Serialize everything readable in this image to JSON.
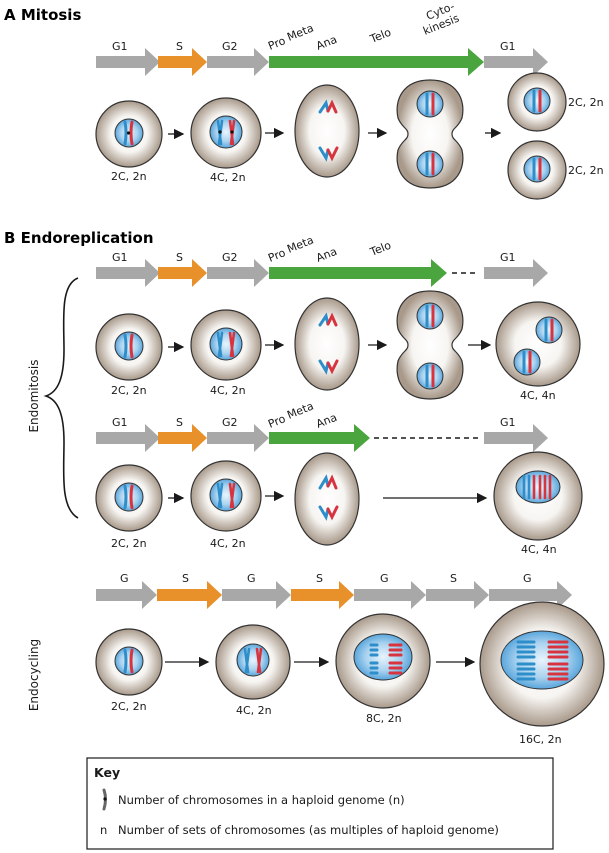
{
  "sections": {
    "a_title": "A  Mitosis",
    "b_title": "B  Endoreplication"
  },
  "phases": {
    "g1": "G1",
    "s": "S",
    "g2": "G2",
    "g": "G",
    "pro": "Pro",
    "meta": "Meta",
    "ana": "Ana",
    "telo": "Telo",
    "cyto_1": "Cyto-",
    "cyto_2": "kinesis"
  },
  "side_labels": {
    "endomitosis": "Endomitosis",
    "endocycling": "Endocycling"
  },
  "cell_labels": {
    "c2n2": "2C, 2n",
    "c4n2": "4C, 2n",
    "c4n4": "4C, 4n",
    "c8n2": "8C, 2n",
    "c16n2": "16C, 2n"
  },
  "key": {
    "title": "Key",
    "chromosome_desc": "Number of chromosomes in a haploid genome (n)",
    "n_symbol": "n",
    "n_desc": "Number of sets of chromosomes (as multiples of haploid genome)"
  },
  "colors": {
    "gray_arrow": "#a8a8a8",
    "s_phase_orange": "#e8902a",
    "mitosis_green": "#4aa53e",
    "nucleus_blue": "#6ab0e0",
    "chrom_red": "#d8343f",
    "chrom_blue": "#2d8ec9"
  }
}
